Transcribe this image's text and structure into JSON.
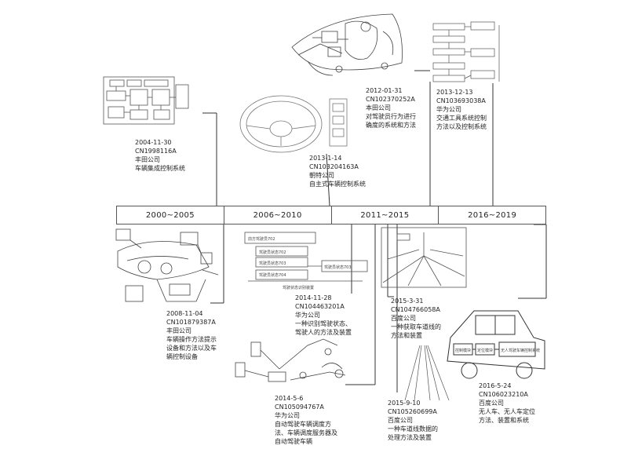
{
  "periods": [
    "2000~2005",
    "2006~2010",
    "2011~2015",
    "2016~2019"
  ],
  "entries": {
    "e2004": {
      "date": "2004-11-30",
      "number": "CN1998116A",
      "company": "丰田公司",
      "title": [
        "车辆集成控制系统"
      ]
    },
    "e2013a": {
      "date": "2013-1-14",
      "number": "CN103204163A",
      "company": "朝特公司",
      "title": [
        "自主式车辆控制系统"
      ]
    },
    "e2012": {
      "date": "2012-01-31",
      "number": "CN102370252A",
      "company": "本田公司",
      "title": [
        "对驾驶员行为进行",
        "确度的系统和方法"
      ]
    },
    "e2013b": {
      "date": "2013-12-13",
      "number": "CN103693038A",
      "company": "华为公司",
      "title": [
        "交通工具系统控制",
        "方法以及控制系统"
      ]
    },
    "e2008": {
      "date": "2008-11-04",
      "number": "CN101879387A",
      "company": "丰田公司",
      "title": [
        "车辆操作方法提示",
        "设备和方法以及车",
        "辆控制设备"
      ]
    },
    "e2014a": {
      "date": "2014-11-28",
      "number": "CN104463201A",
      "company": "华为公司",
      "title": [
        "一种识别驾驶状态、",
        "驾驶人的方法及装置"
      ]
    },
    "e2015a": {
      "date": "2015-3-31",
      "number": "CN104766058A",
      "company": "百度公司",
      "title": [
        "一种获取车道线的",
        "方法和装置"
      ]
    },
    "e2014b": {
      "date": "2014-5-6",
      "number": "CN105094767A",
      "company": "华为公司",
      "title": [
        "自动驾驶车辆调度方",
        "法、车辆调度服务器及",
        "自动驾驶车辆"
      ]
    },
    "e2015b": {
      "date": "2015-9-10",
      "number": "CN105260699A",
      "company": "百度公司",
      "title": [
        "一种车道线数据的",
        "处理方法及装置"
      ]
    },
    "e2016": {
      "date": "2016-5-24",
      "number": "CN106023210A",
      "company": "百度公司",
      "title": [
        "无人车、无人车定位",
        "方法、装置和系统"
      ]
    }
  },
  "figure_text": {
    "fig_2014a_boxes": [
      "前方驾驶员702",
      "驾驶员状态702",
      "驾驶员状态703",
      "驾驶员状态704",
      "驾驶员状态703",
      "驾驶状态识别装置"
    ],
    "fig_2016_boxes": [
      "控制模块",
      "定位模块",
      "无人驾驶车辆控制系统"
    ]
  }
}
